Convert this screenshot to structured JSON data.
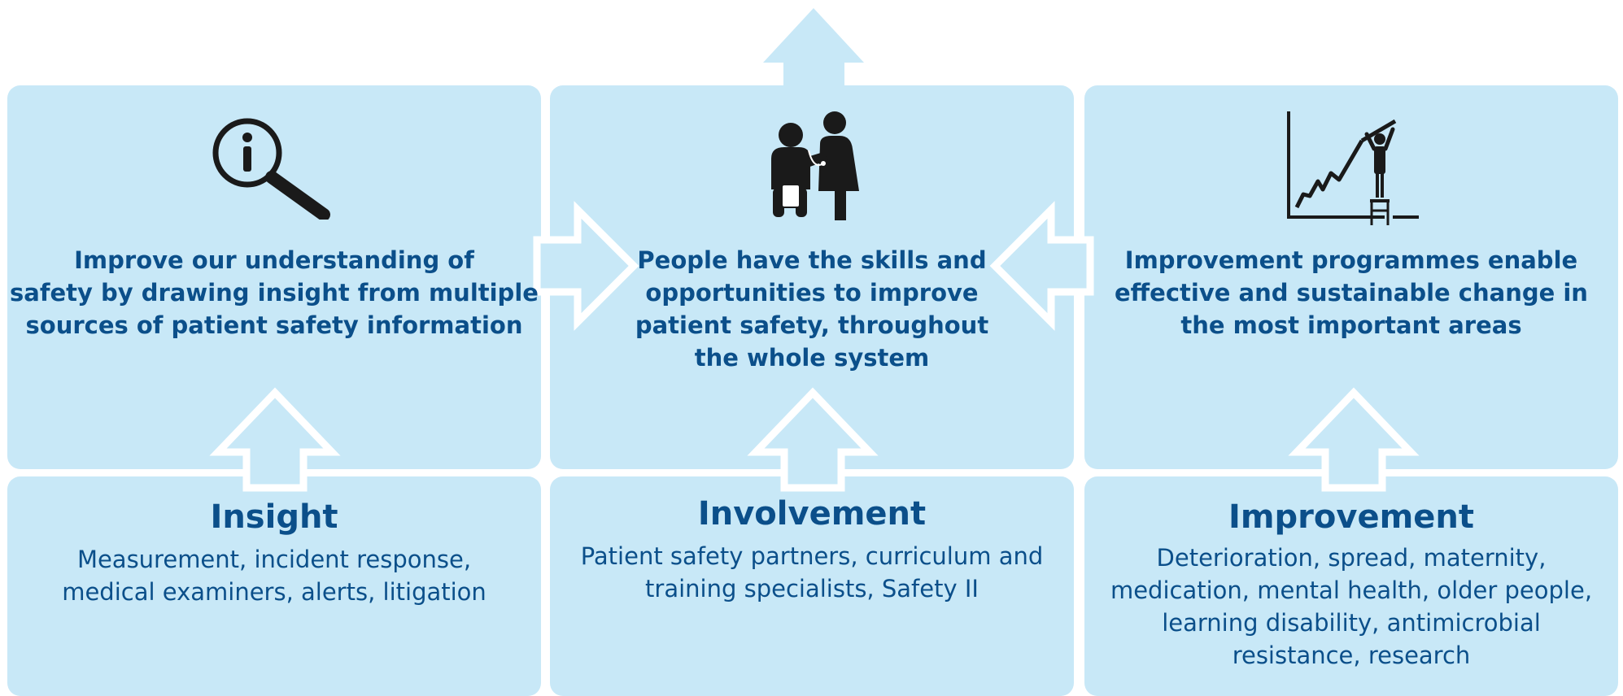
{
  "colors": {
    "panel": "#c8e8f7",
    "text": "#0b4f8a",
    "arrow_outline": "#ffffff",
    "icon": "#1a1a1a"
  },
  "columns": [
    {
      "icon": "magnifier-info-icon",
      "goal": "Improve our understanding of\nsafety by drawing insight from multiple\nsources of patient safety information",
      "heading": "Insight",
      "description": "Measurement, incident response,\nmedical examiners, alerts, litigation"
    },
    {
      "icon": "clinician-patient-icon",
      "goal": "People have the skills and\nopportunities to improve\npatient safety, throughout\nthe whole system",
      "heading": "Involvement",
      "description": "Patient safety partners, curriculum and\ntraining specialists, Safety II"
    },
    {
      "icon": "rising-chart-icon",
      "goal": "Improvement programmes enable\neffective and sustainable change in\nthe most important areas",
      "heading": "Improvement",
      "description": "Deterioration, spread, maternity,\nmedication, mental health, older people,\nlearning disability, antimicrobial\nresistance, research"
    }
  ]
}
